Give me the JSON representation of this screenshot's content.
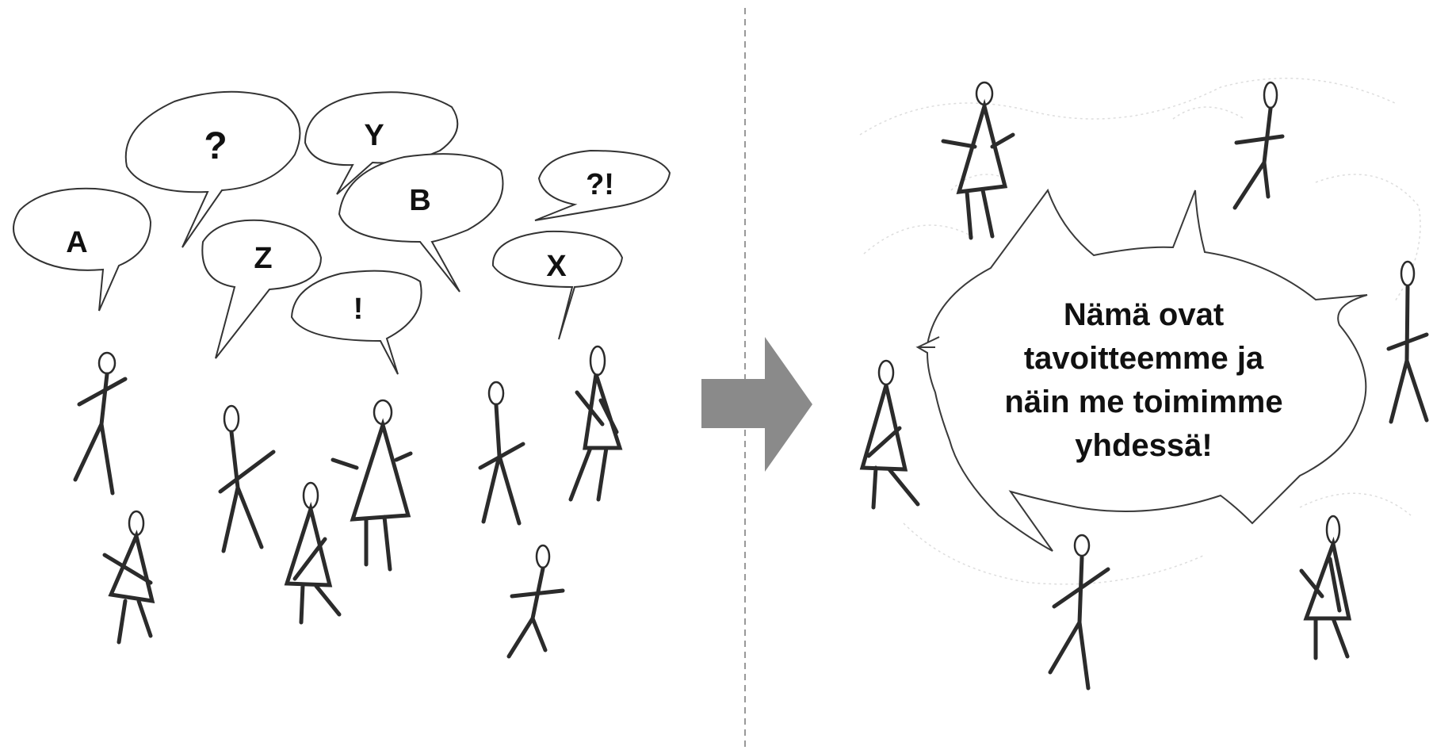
{
  "left_panel": {
    "bubbles": [
      {
        "text": "A"
      },
      {
        "text": "?"
      },
      {
        "text": "Y"
      },
      {
        "text": "Z"
      },
      {
        "text": "B"
      },
      {
        "text": "?!"
      },
      {
        "text": "!"
      },
      {
        "text": "X"
      }
    ]
  },
  "right_panel": {
    "message": [
      "Nämä ovat",
      "tavoitteemme ja",
      "näin me toimimme",
      "yhdessä!"
    ]
  },
  "colors": {
    "ink": "#2b2b2b",
    "arrow": "#8a8a8a",
    "divider": "#999999"
  }
}
